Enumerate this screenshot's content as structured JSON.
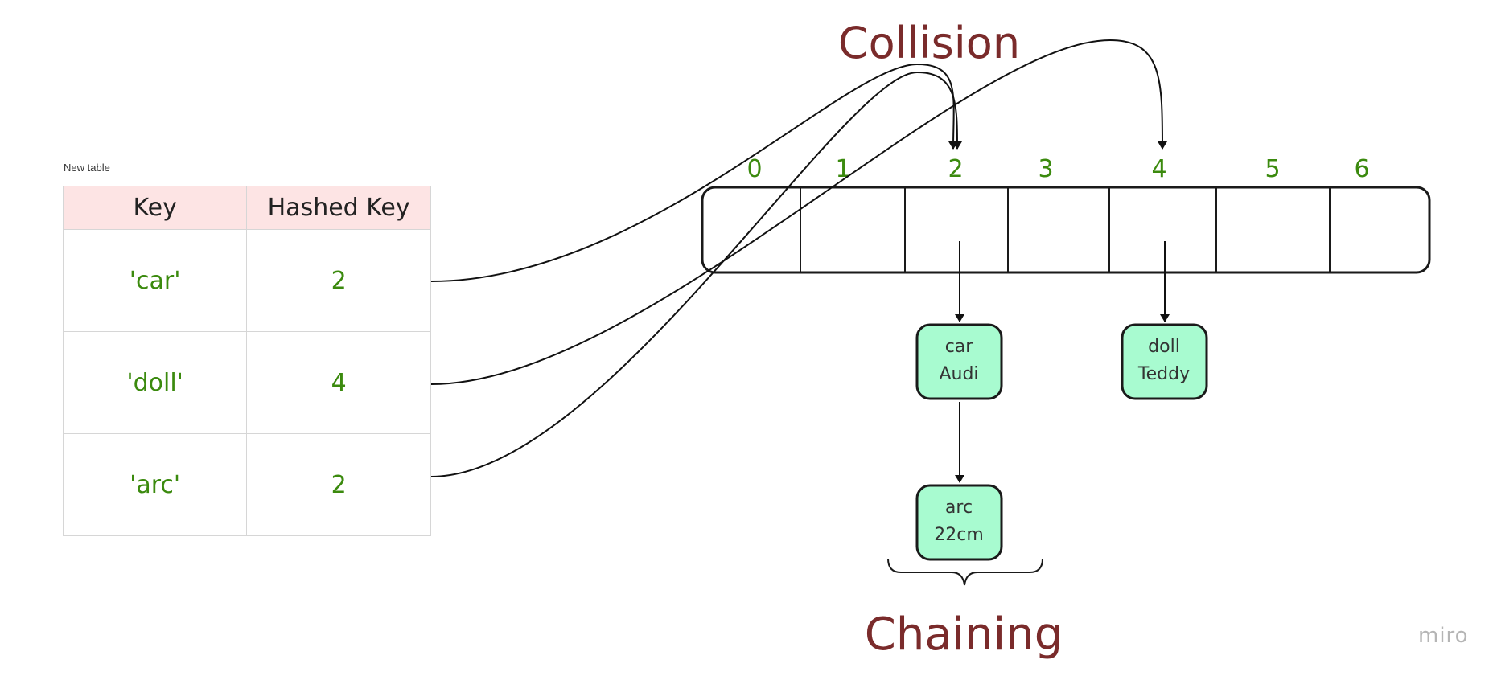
{
  "table": {
    "caption": "New table",
    "headers": [
      "Key",
      "Hashed Key"
    ],
    "rows": [
      {
        "key": "'car'",
        "hashed": "2"
      },
      {
        "key": "'doll'",
        "hashed": "4"
      },
      {
        "key": "'arc'",
        "hashed": "2"
      }
    ]
  },
  "array": {
    "indices": [
      "0",
      "1",
      "2",
      "3",
      "4",
      "5",
      "6"
    ]
  },
  "nodes": [
    {
      "line1": "car",
      "line2": "Audi"
    },
    {
      "line1": "doll",
      "line2": "Teddy"
    },
    {
      "line1": "arc",
      "line2": "22cm"
    }
  ],
  "labels": {
    "collision": "Collision",
    "chaining": "Chaining"
  },
  "watermark": "miro",
  "colors": {
    "index_green": "#3b8a0e",
    "title_red": "#7a2b2b",
    "node_fill": "#a8fbd0",
    "header_pink": "#fde4e4"
  }
}
